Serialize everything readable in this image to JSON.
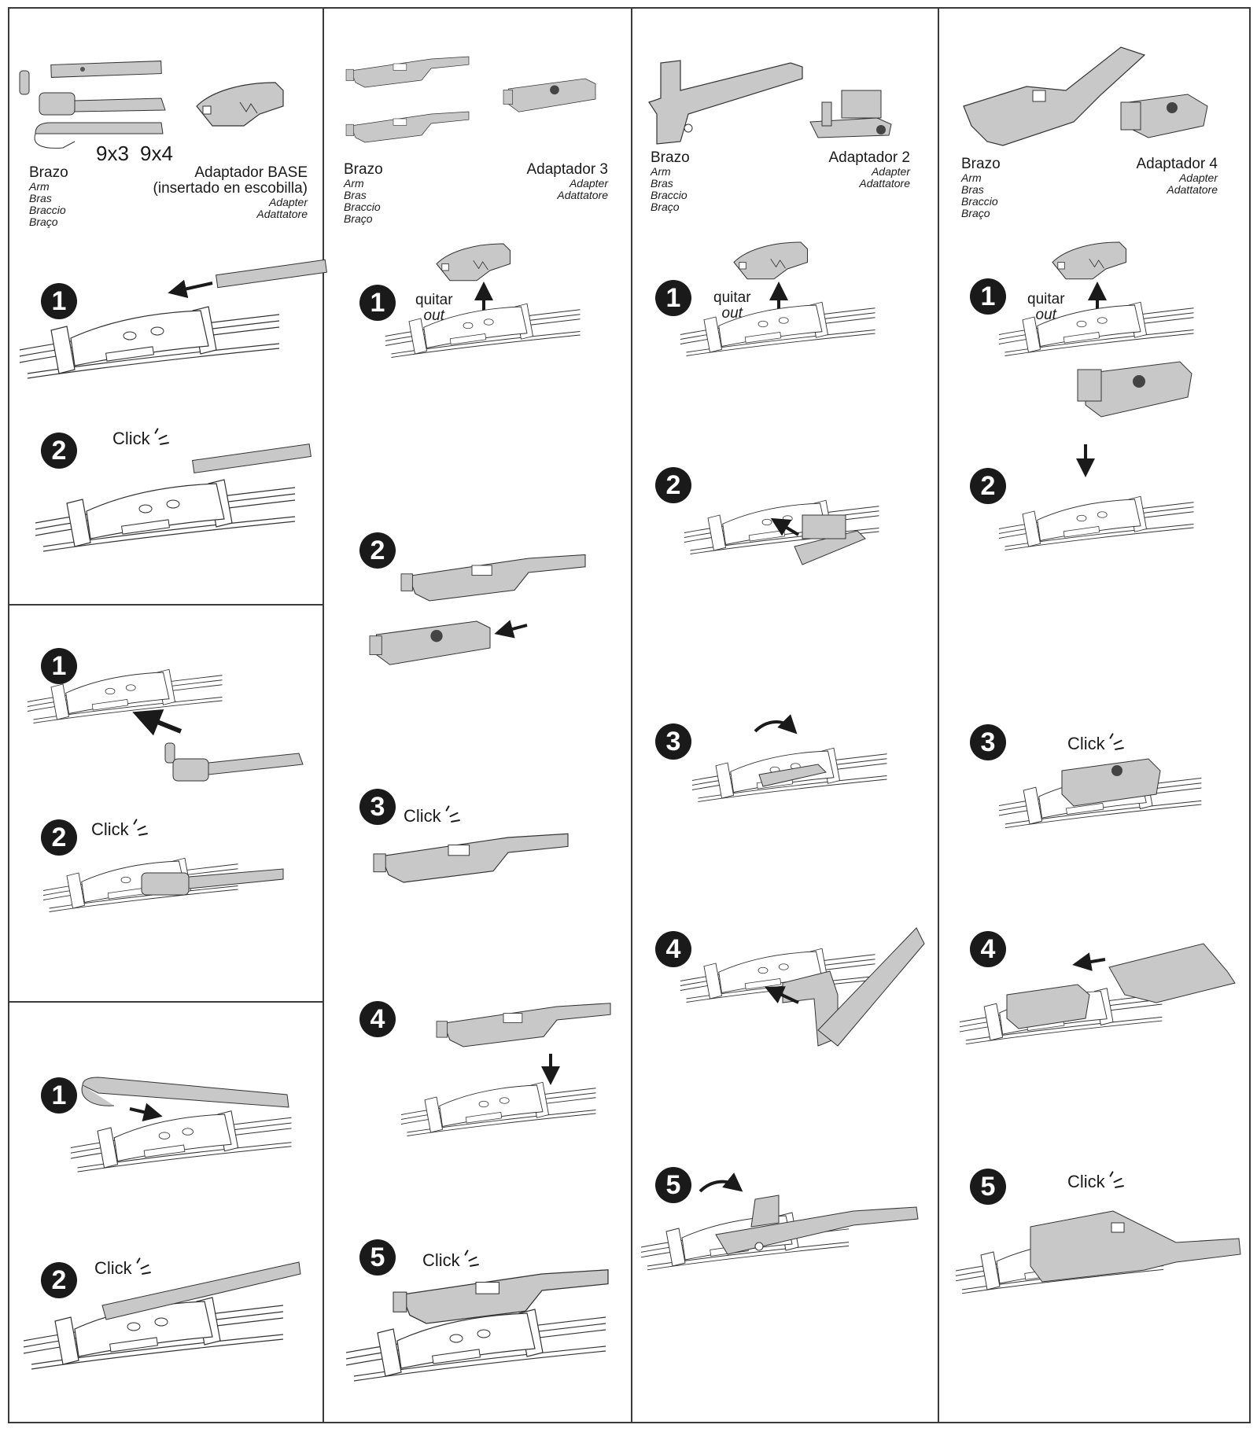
{
  "panels": {
    "base": {
      "arm_label": {
        "es": "Brazo",
        "translations": [
          "Arm",
          "Bras",
          "Braccio",
          "Braço"
        ]
      },
      "arm_sizes": [
        "9x3",
        "9x4"
      ],
      "adapter_label": {
        "es": "Adaptador BASE",
        "note": "(insertado en escobilla)",
        "translations": [
          "Adapter",
          "Adattatore"
        ]
      },
      "section_a_steps": [
        {
          "number": "1",
          "caption": ""
        },
        {
          "number": "2",
          "caption": "Click"
        }
      ],
      "section_b_steps": [
        {
          "number": "1",
          "caption": ""
        },
        {
          "number": "2",
          "caption": "Click"
        }
      ],
      "section_c_steps": [
        {
          "number": "1",
          "caption": ""
        },
        {
          "number": "2",
          "caption": "Click"
        }
      ]
    },
    "adapter3": {
      "arm_label": {
        "es": "Brazo",
        "translations": [
          "Arm",
          "Bras",
          "Braccio",
          "Braço"
        ]
      },
      "adapter_label": {
        "es": "Adaptador 3",
        "translations": [
          "Adapter",
          "Adattatore"
        ]
      },
      "steps": [
        {
          "number": "1",
          "caption_es": "quitar",
          "caption_en": "out"
        },
        {
          "number": "2",
          "caption": ""
        },
        {
          "number": "3",
          "caption": "Click"
        },
        {
          "number": "4",
          "caption": ""
        },
        {
          "number": "5",
          "caption": "Click"
        }
      ]
    },
    "adapter2": {
      "arm_label": {
        "es": "Brazo",
        "translations": [
          "Arm",
          "Bras",
          "Braccio",
          "Braço"
        ]
      },
      "adapter_label": {
        "es": "Adaptador 2",
        "translations": [
          "Adapter",
          "Adattatore"
        ]
      },
      "steps": [
        {
          "number": "1",
          "caption_es": "quitar",
          "caption_en": "out"
        },
        {
          "number": "2",
          "caption": ""
        },
        {
          "number": "3",
          "caption": ""
        },
        {
          "number": "4",
          "caption": ""
        },
        {
          "number": "5",
          "caption": ""
        }
      ]
    },
    "adapter4": {
      "arm_label": {
        "es": "Brazo",
        "translations": [
          "Arm",
          "Bras",
          "Braccio",
          "Braço"
        ]
      },
      "adapter_label": {
        "es": "Adaptador 4",
        "translations": [
          "Adapter",
          "Adattatore"
        ]
      },
      "steps": [
        {
          "number": "1",
          "caption_es": "quitar",
          "caption_en": "out"
        },
        {
          "number": "2",
          "caption": ""
        },
        {
          "number": "3",
          "caption": "Click"
        },
        {
          "number": "4",
          "caption": ""
        },
        {
          "number": "5",
          "caption": "Click"
        }
      ]
    }
  },
  "colors": {
    "line": "#3a3a3a",
    "part_fill": "#c8c8c8",
    "step_badge": "#1a1a1a"
  }
}
